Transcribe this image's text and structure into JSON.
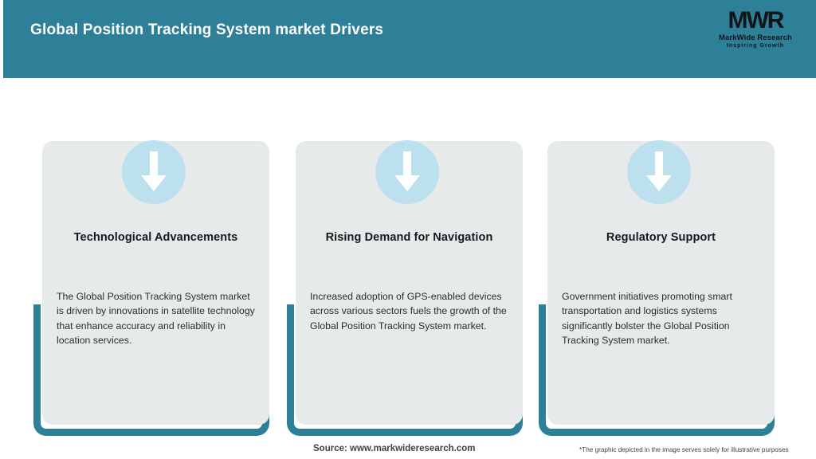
{
  "header": {
    "title": "Global Position Tracking System market Drivers",
    "bg_color": "#2e8099",
    "title_color": "#ffffff",
    "logo": {
      "mark": "MWR",
      "name": "MarkWide Research",
      "tagline": "Inspiring Growth"
    }
  },
  "theme": {
    "accent": "#2e8099",
    "card_bg": "#e6eaeb",
    "circle_bg": "#bde0ee",
    "arrow_color": "#ffffff",
    "page_bg": "#ffffff",
    "heading_color": "#17191c",
    "body_color": "#2a2c2e"
  },
  "cards": [
    {
      "icon": "arrow-down-icon",
      "heading": "Technological Advancements",
      "body": "The Global Position Tracking System market is driven by innovations in satellite technology that enhance accuracy and reliability in location services."
    },
    {
      "icon": "arrow-down-icon",
      "heading": "Rising Demand for Navigation",
      "body": "Increased adoption of GPS-enabled devices across various sectors fuels the growth of the Global Position Tracking System market."
    },
    {
      "icon": "arrow-down-icon",
      "heading": "Regulatory Support",
      "body": "Government initiatives promoting smart transportation and logistics systems significantly bolster the Global Position Tracking System market."
    }
  ],
  "footer": {
    "source": "Source: www.markwideresearch.com",
    "disclaimer": "*The graphic depicted in the image serves solely for illustrative purposes"
  }
}
